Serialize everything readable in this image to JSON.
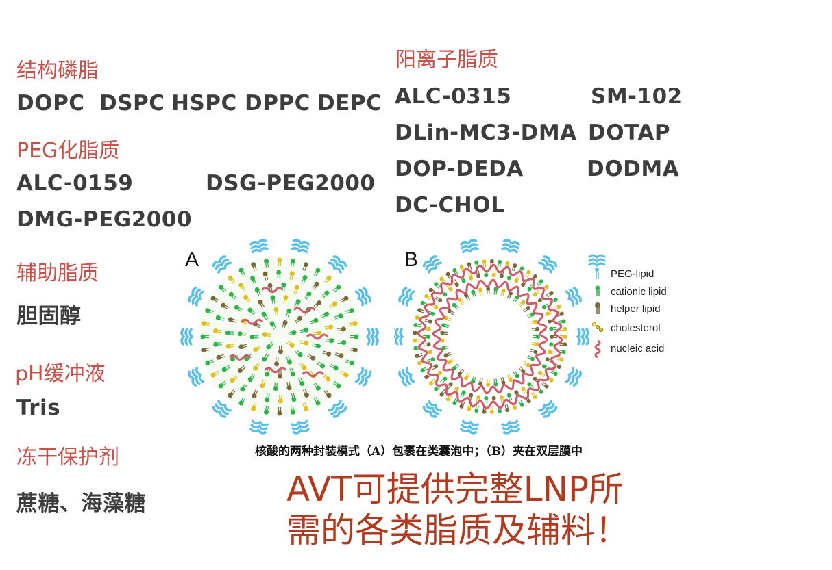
{
  "categories": {
    "structural": {
      "heading": "结构磷脂",
      "items": [
        "DOPC",
        "DSPC",
        "HSPC",
        "DPPC",
        "DEPC"
      ]
    },
    "peg": {
      "heading": "PEG化脂质",
      "items": [
        "ALC-0159",
        "DSG-PEG2000",
        "DMG-PEG2000"
      ]
    },
    "helper": {
      "heading": "辅助脂质",
      "items": [
        "胆固醇"
      ]
    },
    "buffer": {
      "heading": "pH缓冲液",
      "items": [
        "Tris"
      ]
    },
    "lyoprotectant": {
      "heading": "冻干保护剂",
      "items": [
        "蔗糖、海藻糖"
      ]
    },
    "cationic": {
      "heading": "阳离子脂质",
      "items": [
        "ALC-0315",
        "SM-102",
        "DLin-MC3-DMA",
        "DOTAP",
        "DOP-DEDA",
        "DODMA",
        "DC-CHOL"
      ]
    }
  },
  "figure": {
    "panel_a": "A",
    "panel_b": "B",
    "legend": [
      "PEG-lipid",
      "cationic lipid",
      "helper lipid",
      "cholesterol",
      "nucleic acid"
    ],
    "caption": "核酸的两种封装模式（A）包裹在类囊泡中；（B）夹在双层膜中"
  },
  "promo": {
    "line1": "AVT可提供完整LNP所",
    "line2": "需的各类脂质及辅料！"
  },
  "colors": {
    "heading": "#c9514a",
    "item": "#3d3d3d",
    "promo": "#b23a1e",
    "peg": "#5bc0e8",
    "cationic": "#2fb34a",
    "helper": "#7a6a3a",
    "cholesterol": "#e0c020",
    "nucleic": "#d05a6a"
  }
}
